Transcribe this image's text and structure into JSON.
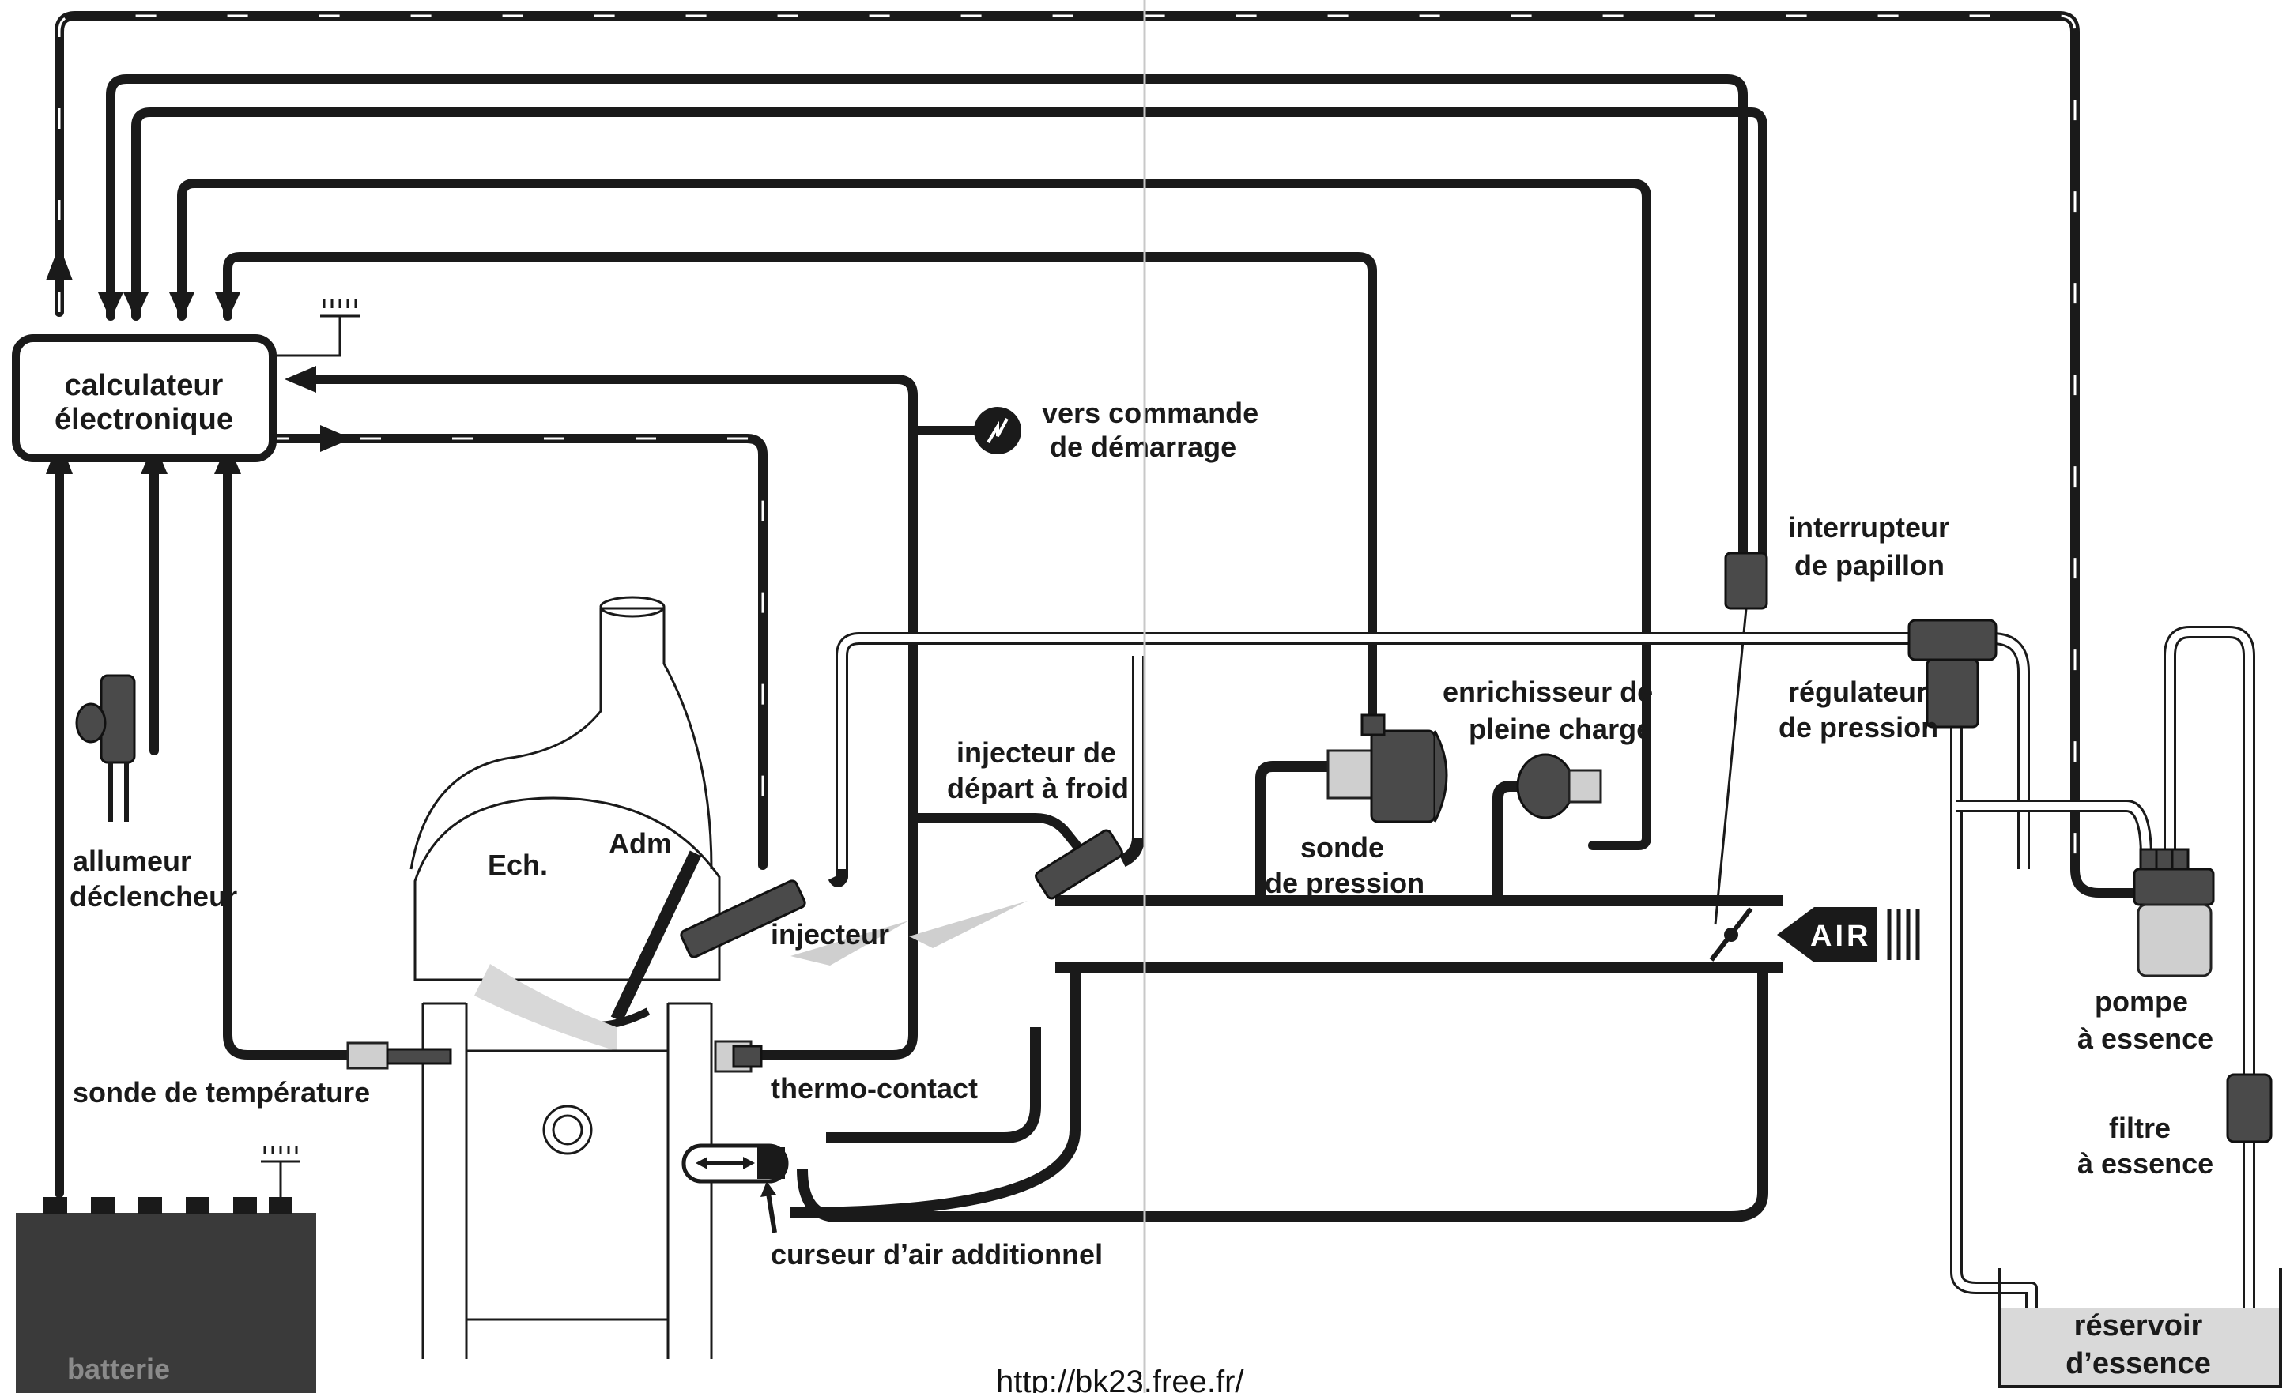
{
  "labels": {
    "calculateur_l1": "calculateur",
    "calculateur_l2": "électronique",
    "vers_commande_l1": "vers commande",
    "vers_commande_l2": "de démarrage",
    "interrupteur_l1": "interrupteur",
    "interrupteur_l2": "de papillon",
    "regulateur_l1": "régulateur",
    "regulateur_l2": "de pression",
    "enrichisseur_l1": "enrichisseur de",
    "enrichisseur_l2": "pleine charge",
    "injecteur_depart_l1": "injecteur de",
    "injecteur_depart_l2": "départ à froid",
    "sonde_pression_l1": "sonde",
    "sonde_pression_l2": "de pression",
    "allumeur_l1": "allumeur",
    "allumeur_l2": "déclencheur",
    "ech": "Ech.",
    "adm": "Adm",
    "injecteur": "injecteur",
    "air": "AIR",
    "pompe_l1": "pompe",
    "pompe_l2": "à essence",
    "sonde_temperature": "sonde de température",
    "thermo_contact": "thermo-contact",
    "filtre_l1": "filtre",
    "filtre_l2": "à essence",
    "curseur": "curseur d’air additionnel",
    "reservoir_l1": "réservoir",
    "reservoir_l2": "d’essence",
    "batterie": "batterie",
    "url": "http://bk23.free.fr/"
  },
  "colors": {
    "ink": "#1a1a1a",
    "paper": "#ffffff",
    "battery": "#3a3a3a",
    "tank_fill": "#d9d9d9"
  }
}
